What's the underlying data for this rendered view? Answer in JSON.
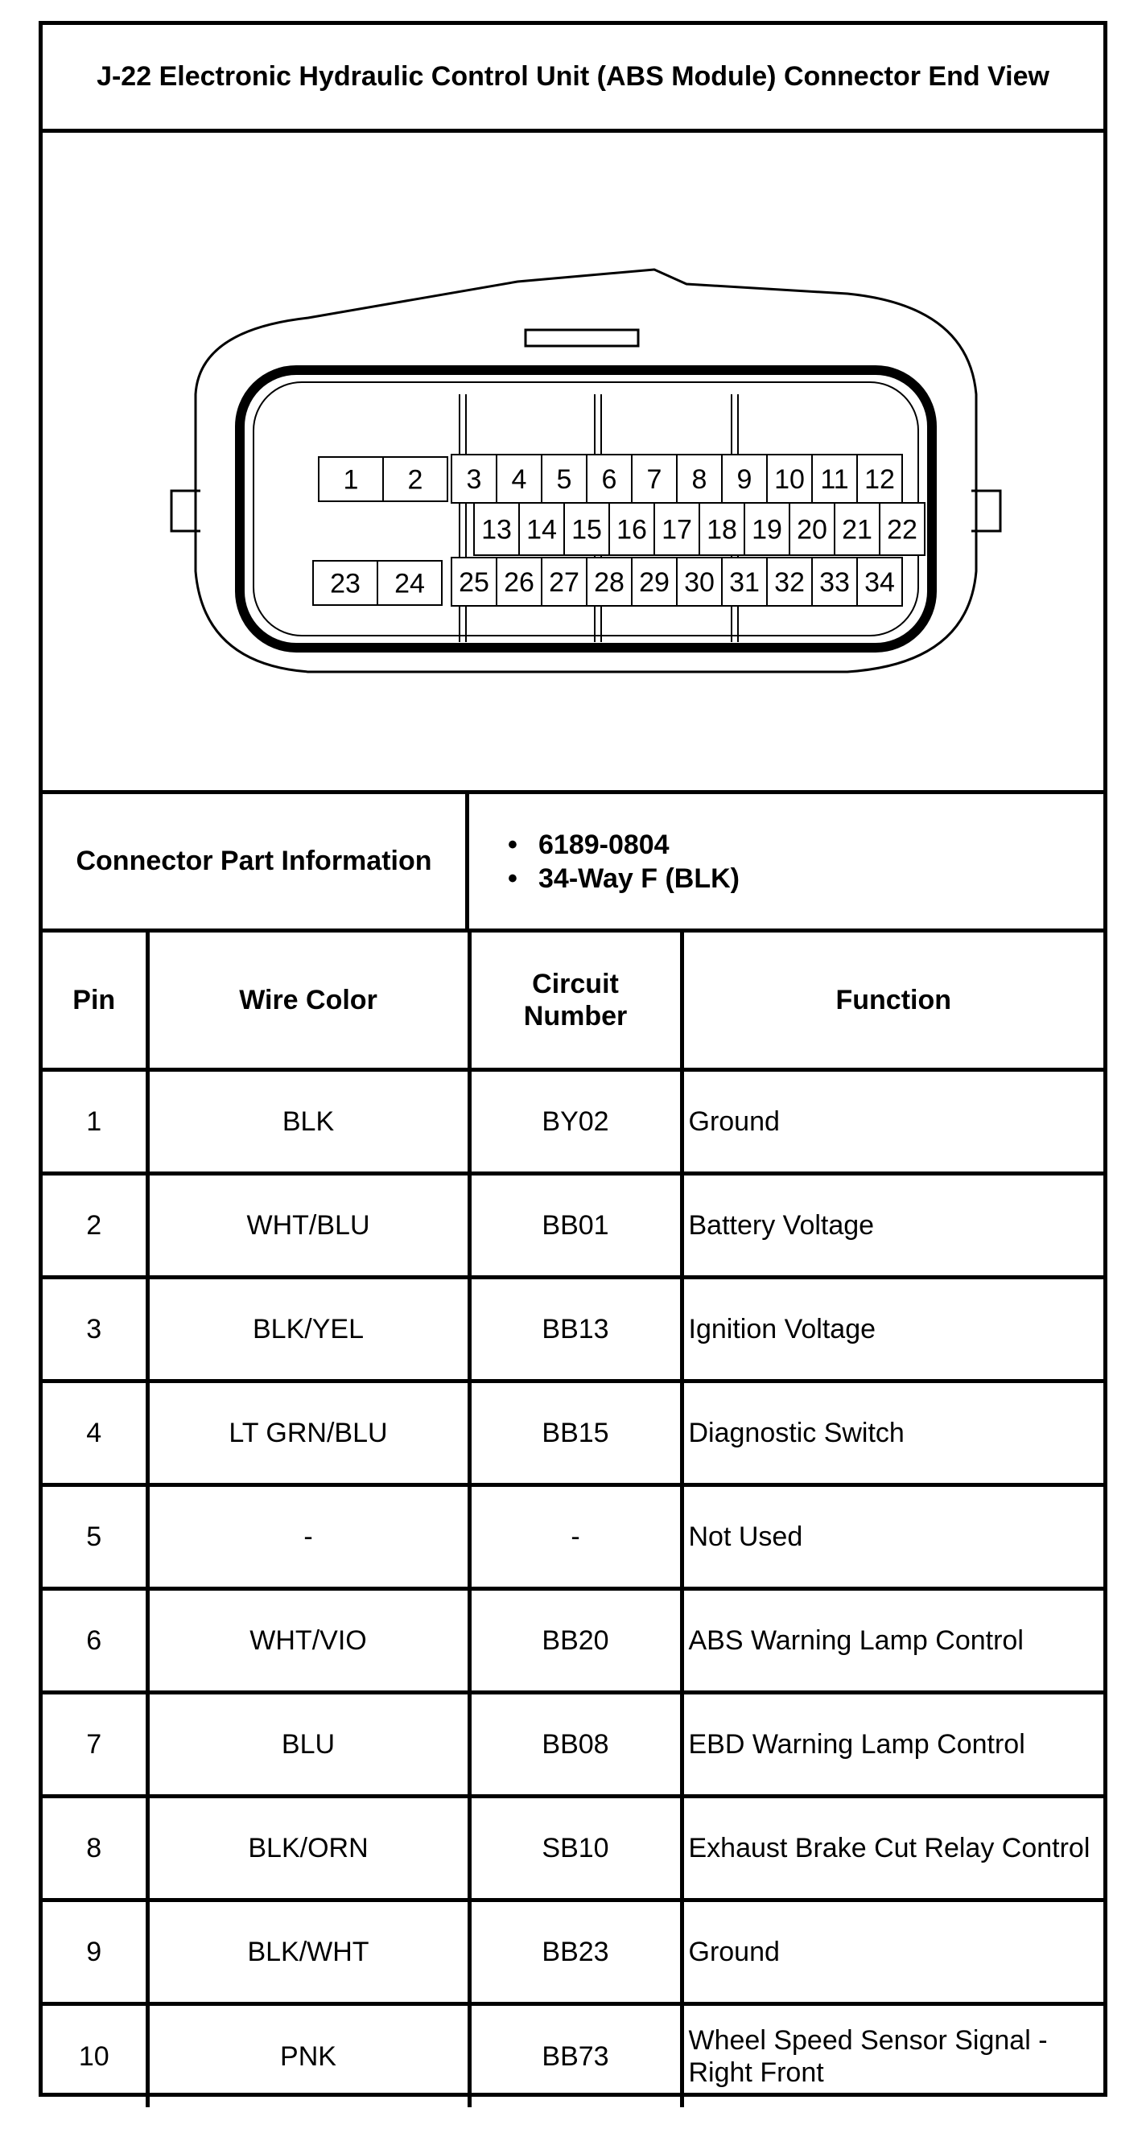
{
  "title": "J-22 Electronic Hydraulic Control Unit (ABS Module) Connector End View",
  "connector_drawing": {
    "cavities_left_top": [
      "1",
      "2"
    ],
    "cavities_left_bottom": [
      "23",
      "24"
    ],
    "cavities_row1": [
      "3",
      "4",
      "5",
      "6",
      "7",
      "8",
      "9",
      "10",
      "11",
      "12"
    ],
    "cavities_row2": [
      "13",
      "14",
      "15",
      "16",
      "17",
      "18",
      "19",
      "20",
      "21",
      "22"
    ],
    "cavities_row3": [
      "25",
      "26",
      "27",
      "28",
      "29",
      "30",
      "31",
      "32",
      "33",
      "34"
    ]
  },
  "part_info": {
    "label": "Connector Part Information",
    "items": [
      "6189-0804",
      "34-Way F (BLK)"
    ]
  },
  "table": {
    "headers": {
      "pin": "Pin",
      "wire_color": "Wire Color",
      "circuit_line1": "Circuit",
      "circuit_line2": "Number",
      "function": "Function"
    },
    "rows": [
      {
        "pin": "1",
        "wire_color": "BLK",
        "circuit": "BY02",
        "function": "Ground"
      },
      {
        "pin": "2",
        "wire_color": "WHT/BLU",
        "circuit": "BB01",
        "function": "Battery Voltage"
      },
      {
        "pin": "3",
        "wire_color": "BLK/YEL",
        "circuit": "BB13",
        "function": "Ignition Voltage"
      },
      {
        "pin": "4",
        "wire_color": "LT GRN/BLU",
        "circuit": "BB15",
        "function": "Diagnostic Switch"
      },
      {
        "pin": "5",
        "wire_color": "-",
        "circuit": "-",
        "function": "Not Used"
      },
      {
        "pin": "6",
        "wire_color": "WHT/VIO",
        "circuit": "BB20",
        "function": "ABS Warning Lamp Control"
      },
      {
        "pin": "7",
        "wire_color": "BLU",
        "circuit": "BB08",
        "function": "EBD Warning Lamp Control"
      },
      {
        "pin": "8",
        "wire_color": "BLK/ORN",
        "circuit": "SB10",
        "function": "Exhaust Brake Cut Relay Control"
      },
      {
        "pin": "9",
        "wire_color": "BLK/WHT",
        "circuit": "BB23",
        "function": "Ground"
      },
      {
        "pin": "10",
        "wire_color": "PNK",
        "circuit": "BB73",
        "function": "Wheel Speed Sensor Signal - Right Front"
      }
    ]
  }
}
